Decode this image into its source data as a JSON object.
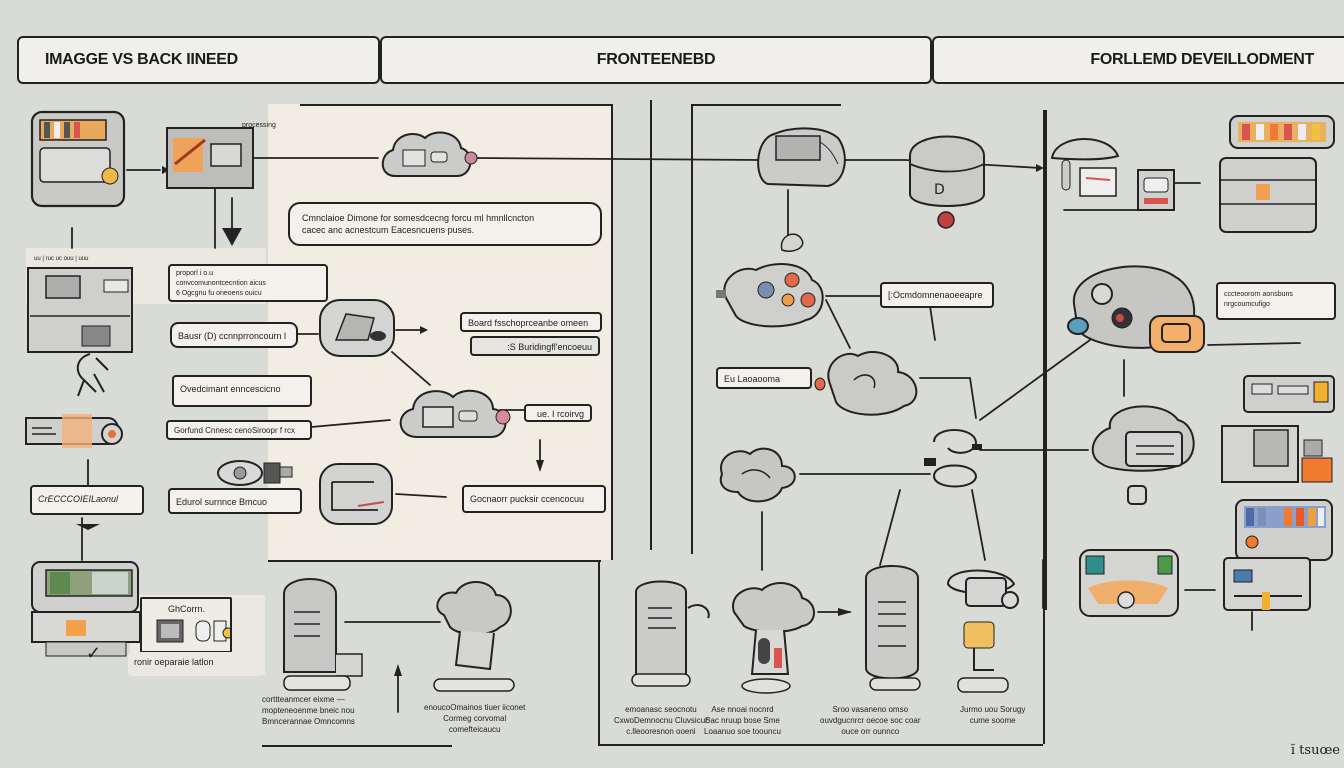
{
  "headers": {
    "left": "IMAGGE VS BACK IINEED",
    "middle": "FRONTEENEBD",
    "right": "FORLLEMD DEVEILLODMENT"
  },
  "colors": {
    "background": "#d9dbd7",
    "panel": "#f2ede3",
    "ink": "#222222",
    "accent_orange": "#e8a04a",
    "accent_red": "#d9534f",
    "accent_blue": "#5b7fbf"
  },
  "left_section": {
    "note_top_small": "processing",
    "description_box": {
      "line1": "Cmnclaioe Dimone for somesdcecng forcu ml hmnllcncton",
      "line2": "cacec anc acnestcum Eacesncuens puses."
    },
    "panel_tag": "uu | ruc uc ouu | uuu",
    "labels": [
      {
        "id": "config",
        "lines": [
          "proporl  i  o.u",
          "convcomunontcecntion aicus",
          "6 Ogcgnu fu oneoens ouicu"
        ]
      },
      {
        "id": "basic",
        "lines": [
          "Bausr (D) ccnnprroncourn l"
        ]
      },
      {
        "id": "router",
        "lines": [
          "Board fsschoprceanbe omeen"
        ]
      },
      {
        "id": "builder",
        "lines": [
          ":S  Buridingfl'encoeuu"
        ]
      },
      {
        "id": "overview",
        "lines": [
          "Ovedcimant enncescicno"
        ]
      },
      {
        "id": "connect",
        "lines": [
          "Gorfund Cnnesc cenoSiroopr f rcx"
        ]
      },
      {
        "id": "frontier",
        "lines": [
          "ue. I rcoirvg"
        ]
      },
      {
        "id": "credential",
        "lines": [
          "CrECCCOIEILaonul"
        ]
      },
      {
        "id": "entity",
        "lines": [
          "Edurol surnnce Bmcuo"
        ]
      },
      {
        "id": "general",
        "lines": [
          "Gocnaorr pucksir ccencocuu"
        ]
      },
      {
        "id": "center",
        "lines": [
          "GhCorrn."
        ]
      },
      {
        "id": "separate",
        "lines": [
          "ronir oeparaie latlon"
        ]
      }
    ],
    "bottom_captions": [
      {
        "id": "server-caption",
        "lines": [
          "corttteanmcer eixme —",
          "mopteneoenme bneic nou",
          "Bmncerannae Omncomns"
        ]
      },
      {
        "id": "cloud-caption",
        "lines": [
          "enoucoOmainos tiuer iiconet",
          "Cormeg corvomal",
          "comefteicaucu"
        ]
      }
    ]
  },
  "middle_section": {
    "labels": [
      {
        "id": "component",
        "lines": [
          "[:Ocmdomnenaoeeapre"
        ]
      },
      {
        "id": "lambda",
        "lines": [
          "Eu Laoaooma"
        ]
      }
    ],
    "bottom_captions": [
      {
        "id": "db1-caption",
        "lines": [
          "emoanasc seocnotu",
          "CxwoDemnocnu  Cluvsicur",
          "c.lleooresnon ooeni"
        ]
      },
      {
        "id": "cloud2-caption",
        "lines": [
          "Ase nnoai nocnrd",
          "Bac nruup bose  Sme",
          "Loaanuo soe  toouncu"
        ]
      },
      {
        "id": "db2-caption",
        "lines": [
          "Sroo vasaneno omso",
          "ouvdgucnrcr oecoe soc  coar",
          "ouce orr ounnco"
        ]
      }
    ]
  },
  "right_section": {
    "labels": [
      {
        "id": "settings-note",
        "lines": [
          "cccteoororn  aonsbuns",
          "nrgcoumcufigo"
        ]
      }
    ],
    "bottom_captions": [
      {
        "id": "printer-caption",
        "lines": [
          "Jurmo uou  Sorugy",
          "cume  soome"
        ]
      }
    ]
  },
  "footer": "ĭ tsuœe"
}
